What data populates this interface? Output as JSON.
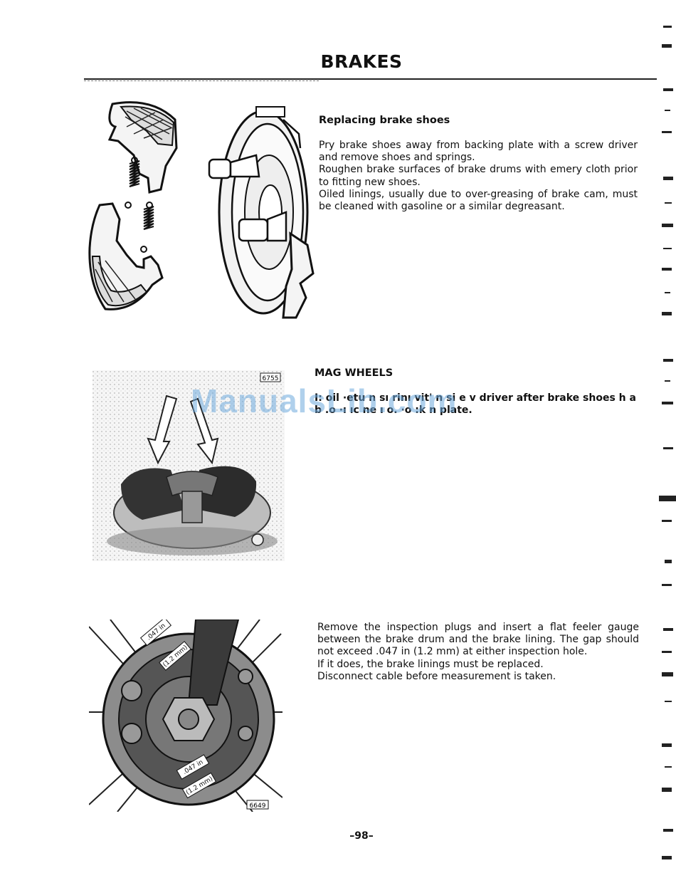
{
  "page": {
    "title": "BRAKES",
    "page_number": "–98–"
  },
  "section_brake_shoes": {
    "heading": "Replacing brake shoes",
    "paragraphs": [
      "Pry brake shoes away from backing plate with a screw driver and remove shoes and springs.",
      "Roughen brake surfaces of brake drums with emery cloth prior to fitting new shoes.",
      "Oiled linings, usually due to over-greasing of brake cam, must be cleaned with gasoline or a similar degreasant."
    ]
  },
  "section_mag_wheels": {
    "heading": "MAG WHEELS",
    "paragraphs": [
      "I: oil ·etu n sı rinı vit' n si e v driver after brake shoes h a b .o ·ı ıc ne ı o. ·o :k n plate."
    ],
    "figure_label": "6755"
  },
  "section_inspection": {
    "paragraphs": [
      "Remove the inspection plugs and insert a flat feeler gauge between the brake drum and the brake lining. The gap should not exceed .047 in (1.2 mm) at either inspection hole.",
      "If it does, the brake linings must be replaced.",
      "Disconnect cable before measurement is taken."
    ],
    "figure_label": "6649",
    "gauge_labels": [
      ".047 in",
      "(1.2 mm)",
      ".047 in",
      "(1.2 mm)"
    ]
  },
  "watermark": "ManualsLib.com",
  "colors": {
    "ink": "#111111",
    "paper": "#ffffff",
    "watermark": "#6eaadc"
  }
}
